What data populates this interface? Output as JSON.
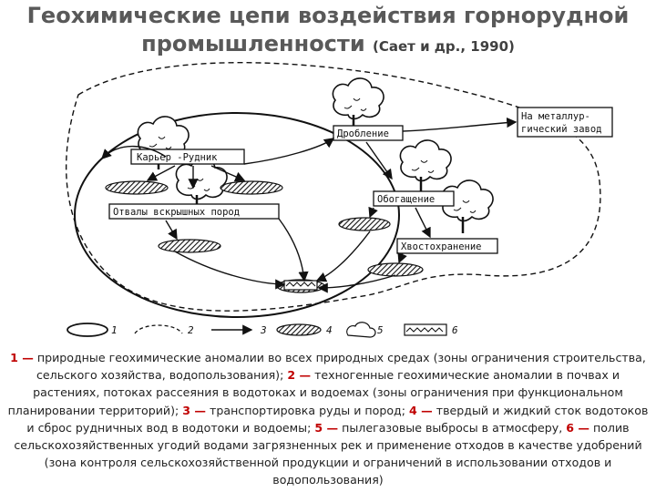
{
  "title": {
    "line1": "Геохимические цепи воздействия горнорудной",
    "line2": "промышленности",
    "source": "(Сает и др., 1990)"
  },
  "diagram": {
    "labels": {
      "quarry": "Карьер -Рудник",
      "dumps": "Отвалы вскрышных пород",
      "crushing": "Дробление",
      "enrichment": "Обогащение",
      "tailings": "Хвостохранение",
      "plant_line1": "На металлур-",
      "plant_line2": "гический завод"
    },
    "legend": [
      "1",
      "2",
      "3",
      "4",
      "5",
      "6"
    ]
  },
  "caption": {
    "items": [
      {
        "num": "1 —",
        "text": " природные геохимические аномалии во всех природных средах (зоны ограничения строительства, сельского хозяйства, водопользования); "
      },
      {
        "num": "2 —",
        "text": " техногенные геохимические аномалии в почвах и растениях, потоках рассеяния в водотоках и водоемах (зоны ограничения при функциональном планировании территорий); "
      },
      {
        "num": "3 —",
        "text": " транспортировка руды и пород; "
      },
      {
        "num": "4 —",
        "text": " твердый и жидкий сток водотоков и сброс рудничных вод в водотоки и водоемы; "
      },
      {
        "num": "5 —",
        "text": " пылегазовые выбросы в атмосферу, "
      },
      {
        "num": "6 —",
        "text": " полив сельскохозяйственных угодий водами загрязненных рек и применение отходов в качестве удобрений (зона контроля сельскохозяйственной продукции и ограничений в использовании отходов и водопользования)"
      }
    ]
  }
}
